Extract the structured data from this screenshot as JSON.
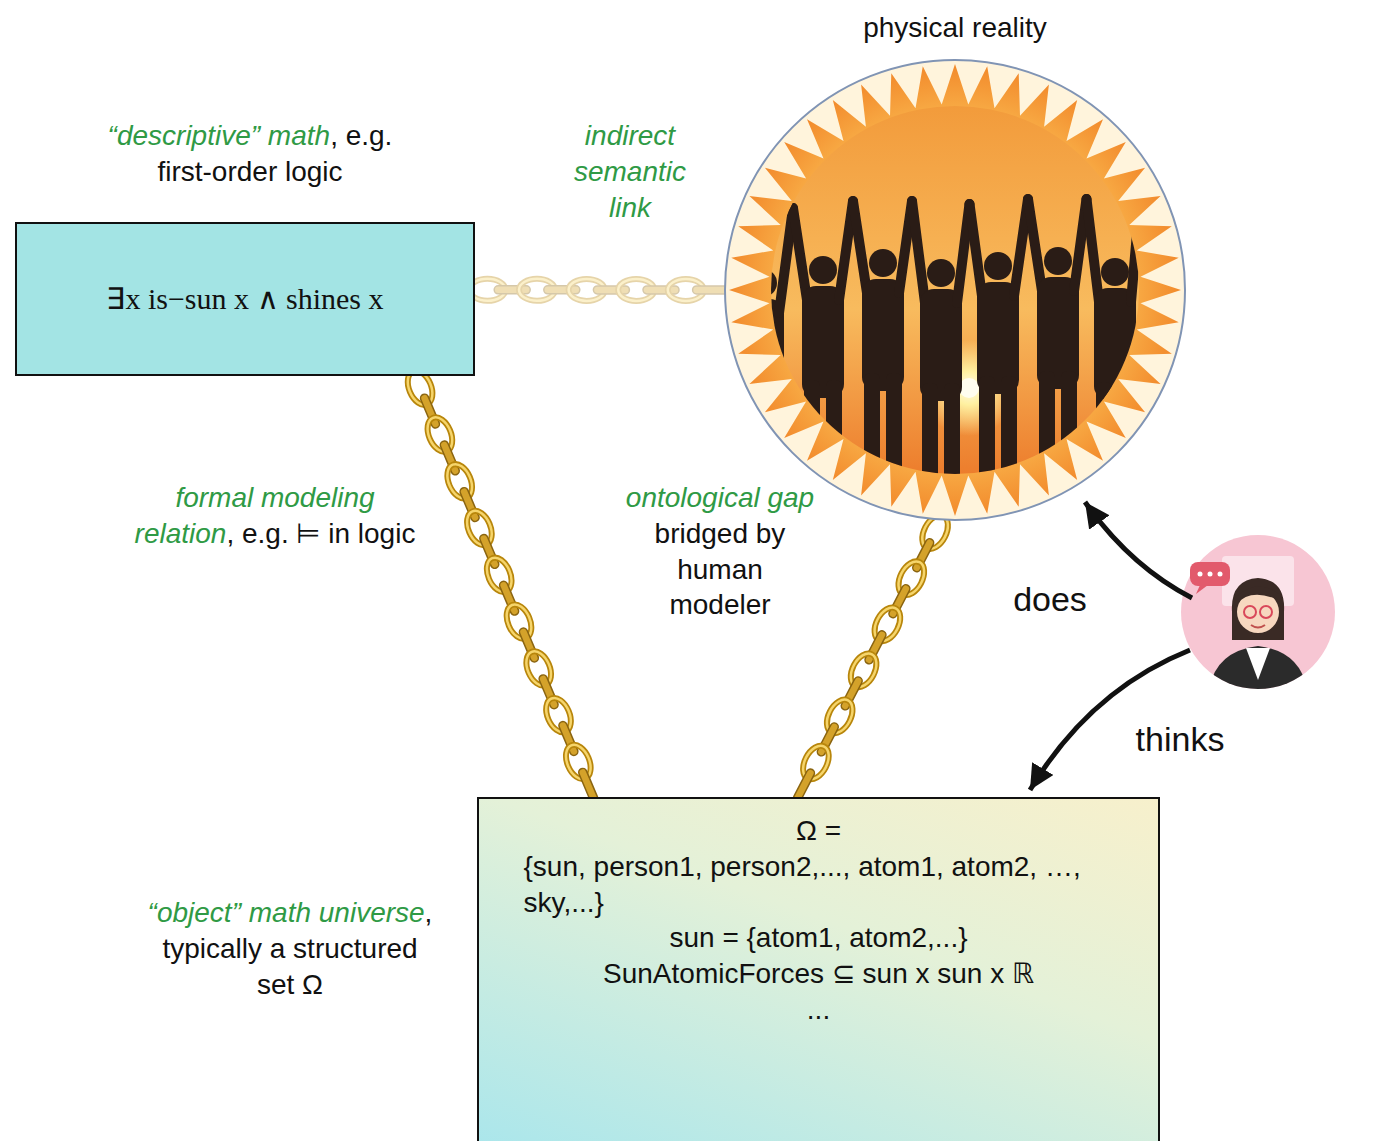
{
  "diagram": {
    "nodes": [
      {
        "text": [
          "∃x is−sun x ∧ shines x"
        ]
      },
      {
        "text": [
          "physical reality"
        ]
      },
      {
        "text": [
          "Ω =",
          "{sun, person1, person2,..., atom1, atom2, …, sky,...}",
          "sun = {atom1, atom2,...}",
          "SunAtomicForces ⊆ sun x sun x ℝ",
          "..."
        ]
      }
    ],
    "edges": [
      {
        "from": 0,
        "to": 1,
        "arrow": "none",
        "label": "indirect semantic link"
      },
      {
        "from": 0,
        "to": 2,
        "arrow": "none",
        "label": "formal modeling relation"
      },
      {
        "from": 1,
        "to": 2,
        "arrow": "none",
        "label": "ontological gap"
      }
    ],
    "labels": [
      "“descriptive” math",
      ", e.g. first-order logic",
      "“object” math universe",
      ", typically a structured set Ω",
      ", e.g. ⊨ in logic",
      "bridged by human modeler",
      "does",
      "thinks"
    ]
  }
}
